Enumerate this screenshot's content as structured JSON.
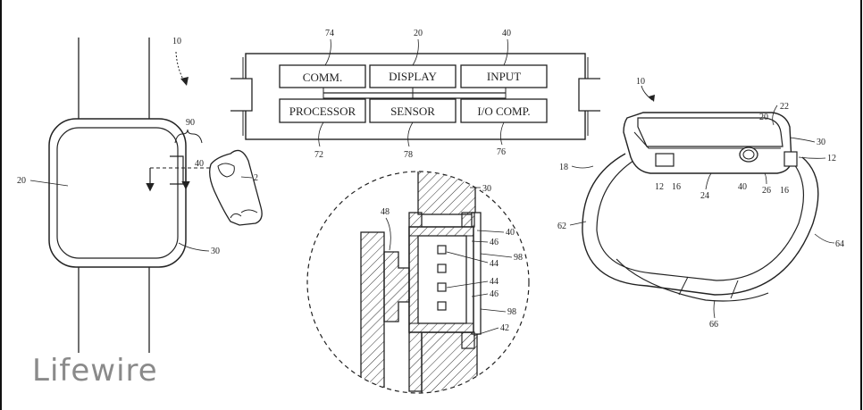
{
  "labels": {
    "fig1": {
      "ref_10": "10",
      "ref_90": "90",
      "ref_40": "40",
      "ref_20": "20",
      "ref_2": "2",
      "ref_30": "30"
    },
    "block": {
      "top_74": "74",
      "top_20": "20",
      "top_40": "40",
      "bot_72": "72",
      "bot_78": "78",
      "bot_76": "76",
      "comm": "COMM.",
      "display": "DISPLAY",
      "input": "INPUT",
      "processor": "PROCESSOR",
      "sensor": "SENSOR",
      "io": "I/O COMP."
    },
    "detail": {
      "ref_30": "30",
      "ref_48": "48",
      "ref_40": "40",
      "ref_46a": "46",
      "ref_98a": "98",
      "ref_44a": "44",
      "ref_44b": "44",
      "ref_46b": "46",
      "ref_98b": "98",
      "ref_42": "42"
    },
    "watch": {
      "ref_10": "10",
      "ref_20": "20",
      "ref_22": "22",
      "ref_30": "30",
      "ref_18": "18",
      "ref_12a": "12",
      "ref_12b": "12",
      "ref_16a": "16",
      "ref_24": "24",
      "ref_40": "40",
      "ref_26": "26",
      "ref_16b": "16",
      "ref_62": "62",
      "ref_64": "64",
      "ref_66": "66"
    }
  },
  "brand": {
    "logo_text": "Lifewire"
  }
}
